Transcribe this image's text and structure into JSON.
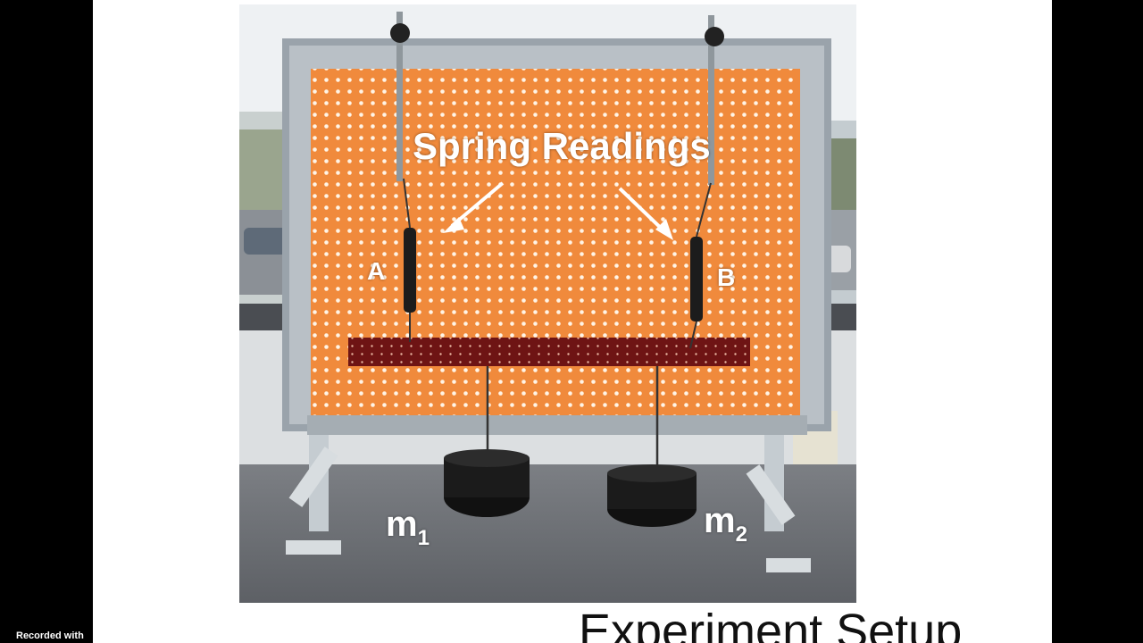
{
  "slide": {
    "title": "Experiment Setup"
  },
  "photo_labels": {
    "spring_readings": "Spring Readings",
    "spring_a": "A",
    "spring_b": "B",
    "mass_1": "m",
    "mass_1_sub": "1",
    "mass_2": "m",
    "mass_2_sub": "2"
  },
  "watermark": {
    "text": "Recorded with"
  },
  "colors": {
    "pegboard": "#f08a3c",
    "beam": "#6e1414",
    "frame": "#9aa3ab",
    "background": "#000000",
    "slide": "#ffffff"
  }
}
